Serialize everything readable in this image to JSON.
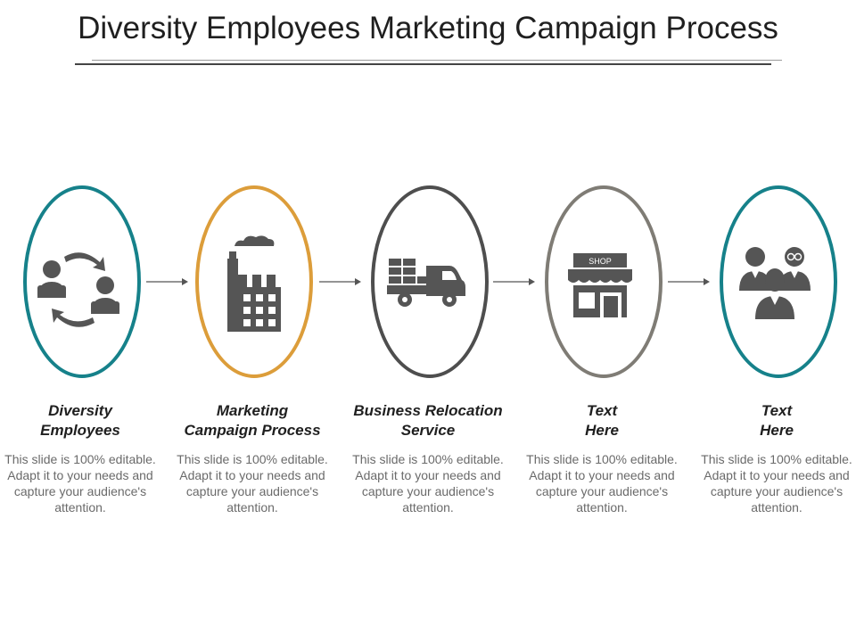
{
  "title": "Diversity Employees Marketing Campaign Process",
  "steps": [
    {
      "heading_line1": "Diversity",
      "heading_line2": "Employees",
      "description": "This slide is 100% editable. Adapt it to your needs and capture your audience's attention.",
      "ring_color": "#16818a",
      "icon": "people-cycle-icon"
    },
    {
      "heading_line1": "Marketing",
      "heading_line2": "Campaign Process",
      "description": "This slide is 100% editable. Adapt it to your needs and capture your audience's attention.",
      "ring_color": "#dc9d3a",
      "icon": "factory-icon"
    },
    {
      "heading_line1": "Business Relocation",
      "heading_line2": "Service",
      "description": "This slide is 100% editable. Adapt it to your needs and capture your audience's attention.",
      "ring_color": "#4e4e4e",
      "icon": "delivery-truck-icon"
    },
    {
      "heading_line1": "Text",
      "heading_line2": "Here",
      "description": "This slide is 100% editable. Adapt it to your needs and capture your audience's attention.",
      "ring_color": "#7f7c75",
      "icon": "shop-icon",
      "icon_label": "SHOP"
    },
    {
      "heading_line1": "Text",
      "heading_line2": "Here",
      "description": "This slide is 100% editable. Adapt it to your needs and capture your audience's attention.",
      "ring_color": "#16818a",
      "icon": "team-icon"
    }
  ],
  "colors": {
    "icon": "#555555",
    "arrow": "#555555",
    "title": "#1f1f1f",
    "description": "#6a6a6a"
  }
}
